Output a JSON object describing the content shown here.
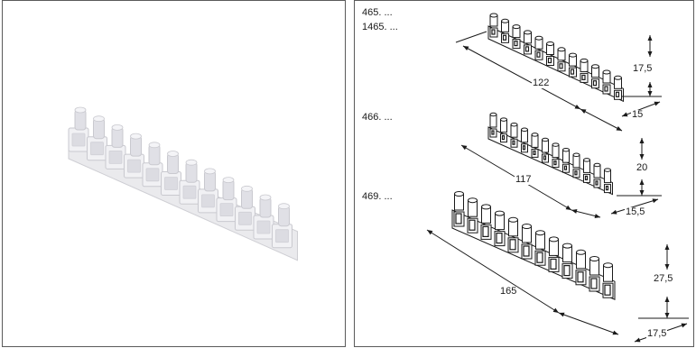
{
  "photo": {
    "alt_name": "translucent-terminal-strip",
    "pole_count": 12
  },
  "drawing": {
    "variants": [
      {
        "model_codes": [
          "465. ...",
          "1465. ..."
        ],
        "length": "122",
        "height": "17,5",
        "depth": "15"
      },
      {
        "model_codes": [
          "466. ..."
        ],
        "length": "117",
        "height": "20",
        "depth": "15,5"
      },
      {
        "model_codes": [
          "469. ..."
        ],
        "length": "165",
        "height": "27,5",
        "depth": "17,5"
      }
    ]
  },
  "colors": {
    "panel_border": "#5a5a5a",
    "line": "#1a1a1a",
    "strip_fill": "#e8e8ec",
    "strip_shadow": "#c9c9cf"
  }
}
